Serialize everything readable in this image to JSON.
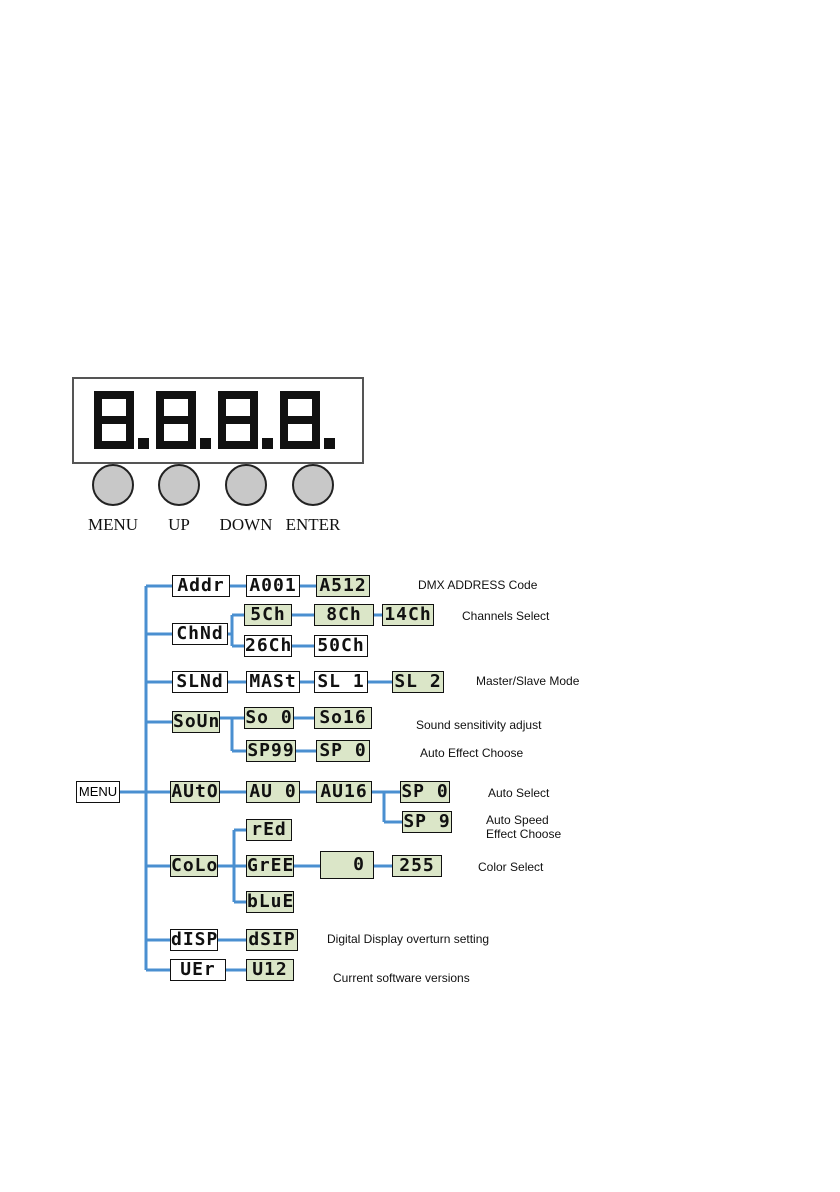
{
  "display": {
    "digits": [
      "8.",
      "8.",
      "8.",
      "8."
    ]
  },
  "buttons": [
    {
      "label": "MENU"
    },
    {
      "label": "UP"
    },
    {
      "label": "DOWN"
    },
    {
      "label": "ENTER"
    }
  ],
  "menu": {
    "root_label": "MENU",
    "nodes": {
      "addr": "Addr",
      "a001": "A001",
      "a512": "A512",
      "chnd": "ChNd",
      "5ch": "5Ch",
      "8ch": "8Ch",
      "14ch": "14Ch",
      "26ch": "26Ch",
      "50ch": "50Ch",
      "slnd": "SLNd",
      "mast": "MASt",
      "sl1": "SL 1",
      "sl2": "SL 2",
      "soun": "SoUn",
      "so0": "So 0",
      "so16": "So16",
      "sp99": "SP99",
      "sp0": "SP 0",
      "auto": "AUtO",
      "au0": "AU 0",
      "au16": "AU16",
      "asp0": "SP 0",
      "asp9": "SP 9",
      "colo": "CoLo",
      "red": "rEd",
      "gree": "GrEE",
      "val0": "0",
      "val255": "255",
      "blue": "bLuE",
      "disp": "dISP",
      "dsip": "dSIP",
      "ver": "UEr",
      "v12": "U12"
    },
    "descriptions": {
      "dmx": "DMX ADDRESS Code",
      "channels": "Channels Select",
      "master": "Master/Slave Mode",
      "sound": "Sound sensitivity adjust",
      "effect": "Auto Effect Choose",
      "auto_select": "Auto Select",
      "auto_speed_1": "Auto Speed",
      "auto_speed_2": "Effect Choose",
      "color": "Color Select",
      "display": "Digital Display overturn setting",
      "software": "Current software versions"
    }
  }
}
